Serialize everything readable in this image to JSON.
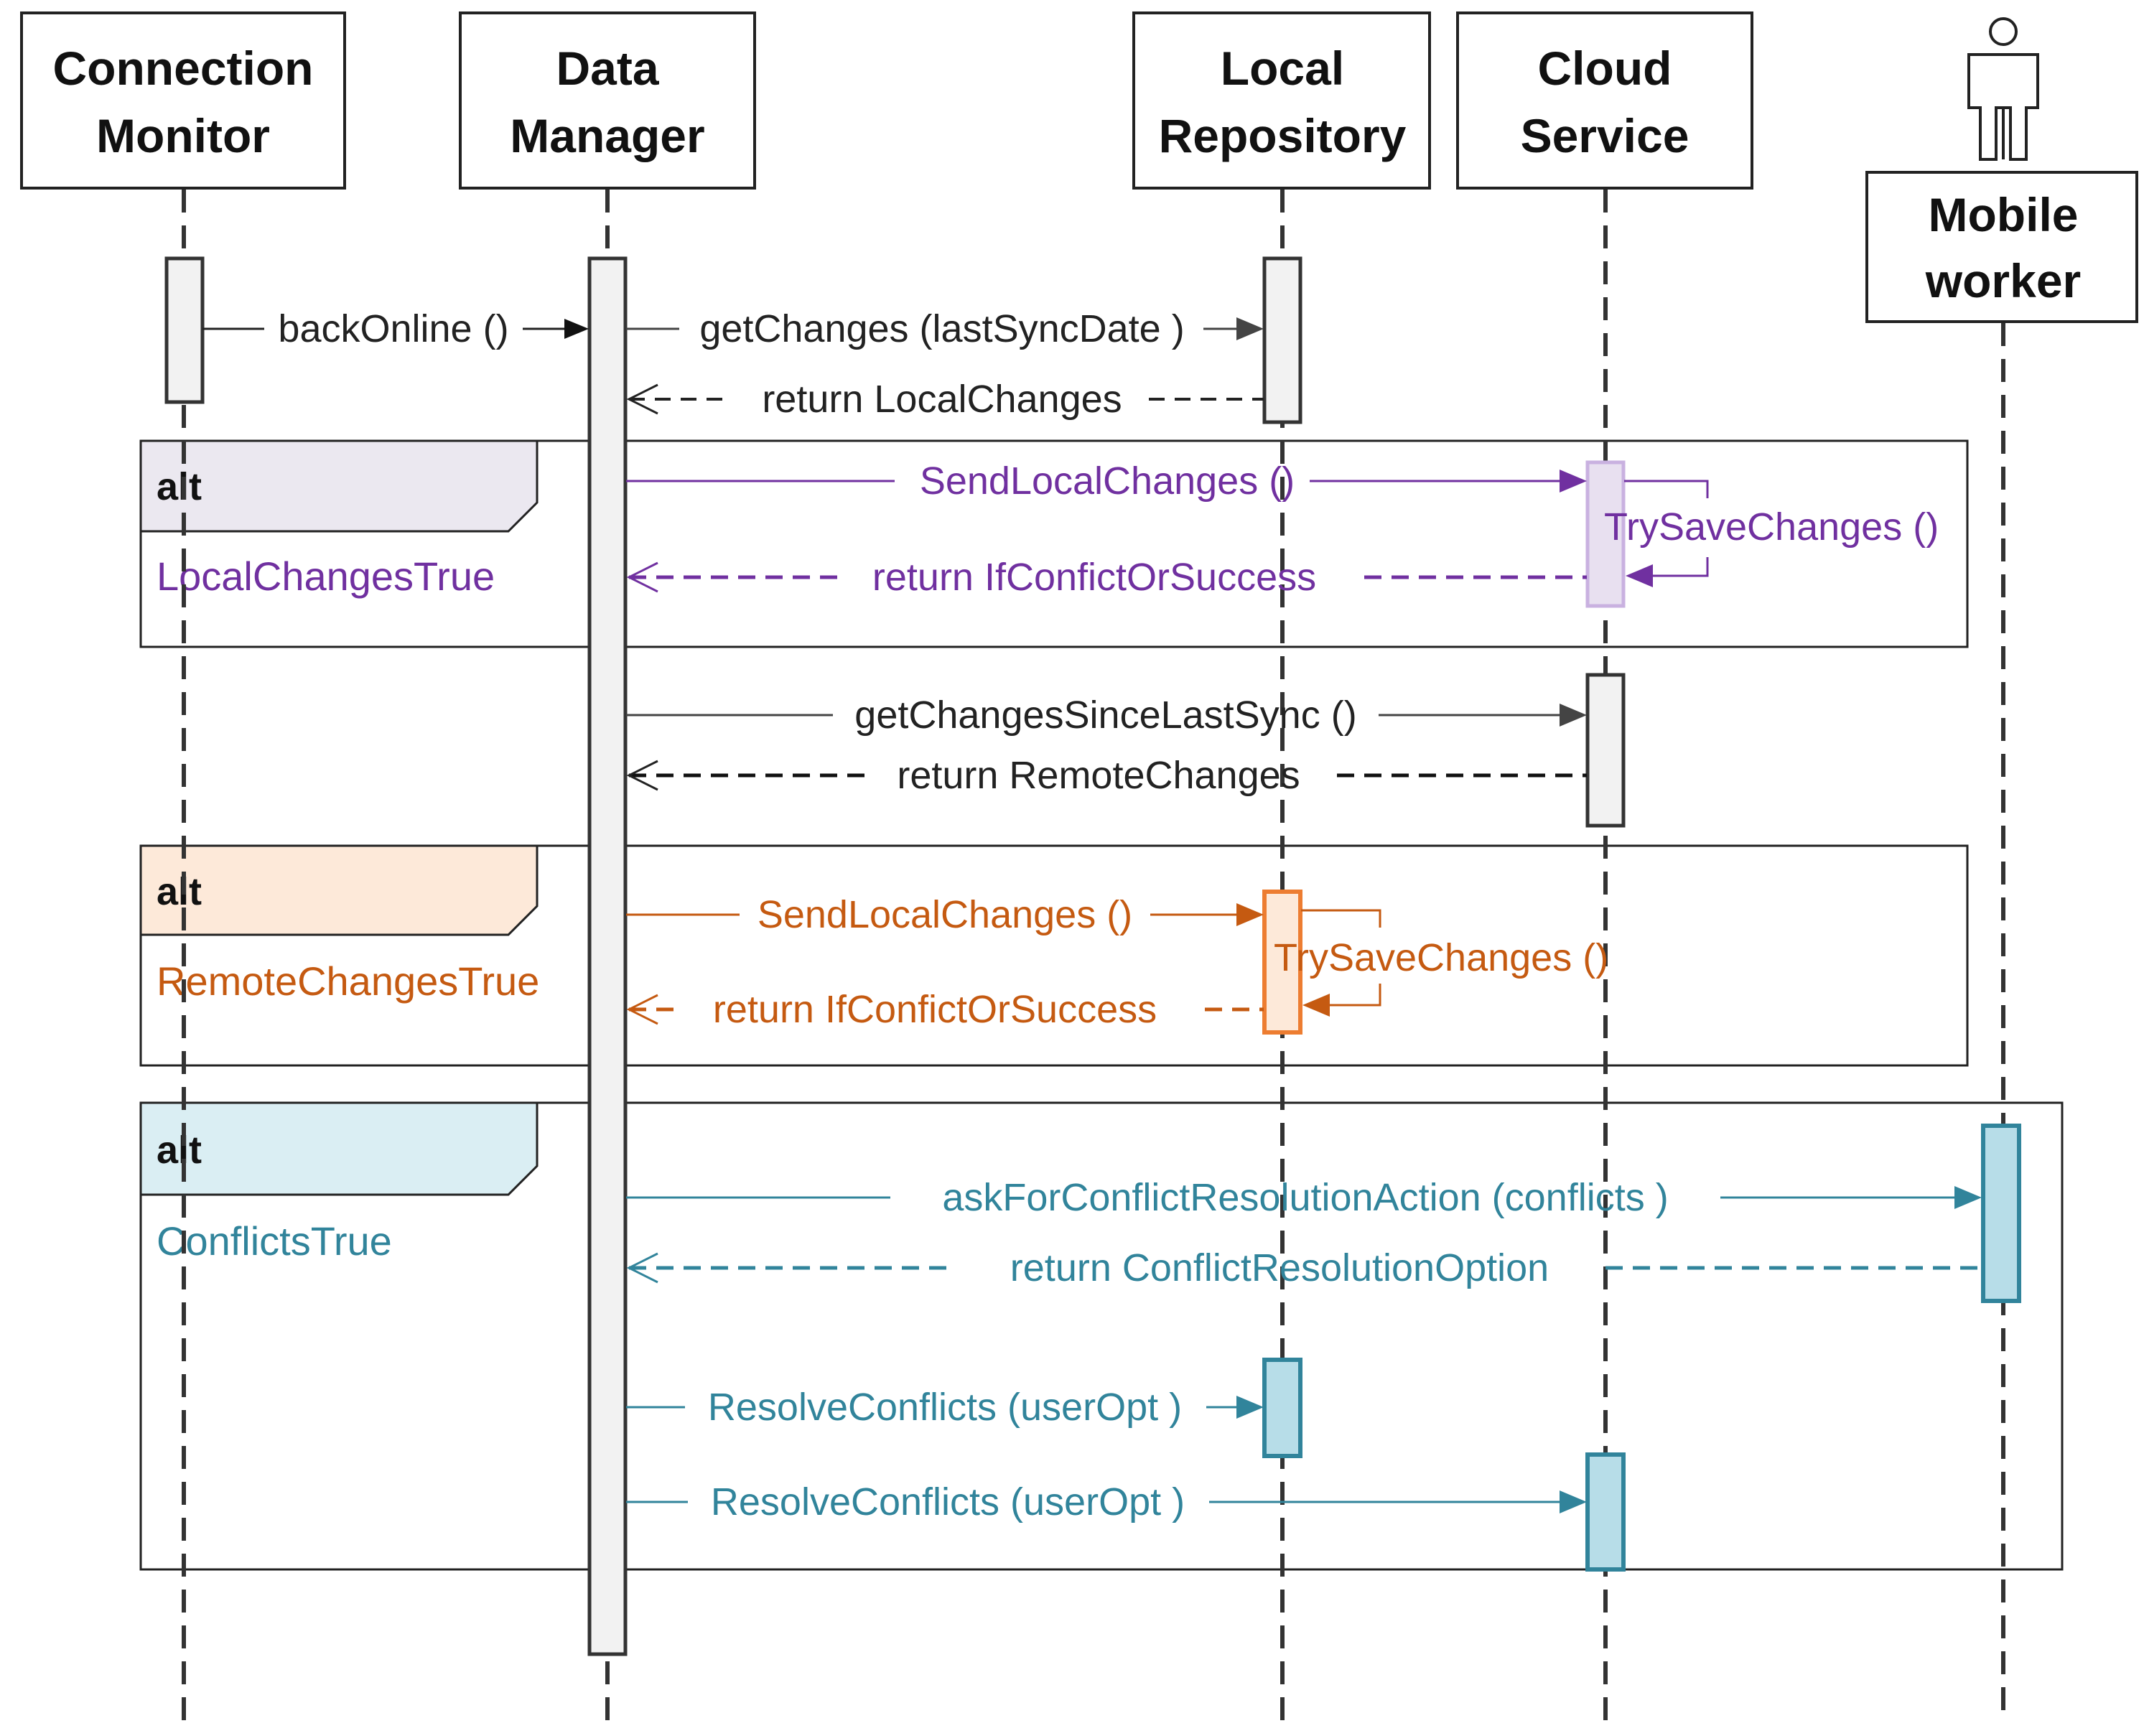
{
  "participants": [
    {
      "id": "connection-monitor",
      "lines": [
        "Connection",
        "Monitor"
      ]
    },
    {
      "id": "data-manager",
      "lines": [
        "Data",
        "Manager"
      ]
    },
    {
      "id": "local-repository",
      "lines": [
        "Local",
        "Repository"
      ]
    },
    {
      "id": "cloud-service",
      "lines": [
        "Cloud",
        "Service"
      ]
    },
    {
      "id": "mobile-worker",
      "lines": [
        "Mobile",
        "worker"
      ],
      "icon": "person-icon"
    }
  ],
  "colors": {
    "default": "#222222",
    "purple": "#7030a0",
    "purple_fill": "#e8e0f0",
    "orange": "#c55a11",
    "orange_box": "#ed7d31",
    "orange_fill": "#fde9d9",
    "teal": "#31849b",
    "teal_fill": "#b7dde8",
    "teal_header": "#daeef3",
    "gray_header": "#ebe8f0",
    "activation_fill": "#f2f2f2"
  },
  "messages": {
    "back_online": "backOnline ()",
    "get_changes": "getChanges (lastSyncDate )",
    "return_local_changes": "return LocalChanges",
    "send_local_changes_cloud": "SendLocalChanges  ()",
    "try_save_cloud": "TrySaveChanges ()",
    "return_conflict_cloud": "return IfConfictOrSuccess",
    "get_changes_since": "getChangesSinceLastSync  ()",
    "return_remote_changes": "return RemoteChanges",
    "send_local_changes_local": "SendLocalChanges  ()",
    "try_save_local": "TrySaveChanges ()",
    "return_conflict_local": "return IfConfictOrSuccess",
    "ask_conflict": "askForConflictResolutionAction   (conflicts )",
    "return_conflict_option": "return ConflictResolutionOption",
    "resolve_local": "ResolveConflicts  (userOpt )",
    "resolve_cloud": "ResolveConflicts  (userOpt )"
  },
  "fragments": [
    {
      "operator": "alt",
      "guard": "LocalChangesTrue"
    },
    {
      "operator": "alt",
      "guard": "RemoteChangesTrue"
    },
    {
      "operator": "alt",
      "guard": "ConflictsTrue"
    }
  ]
}
